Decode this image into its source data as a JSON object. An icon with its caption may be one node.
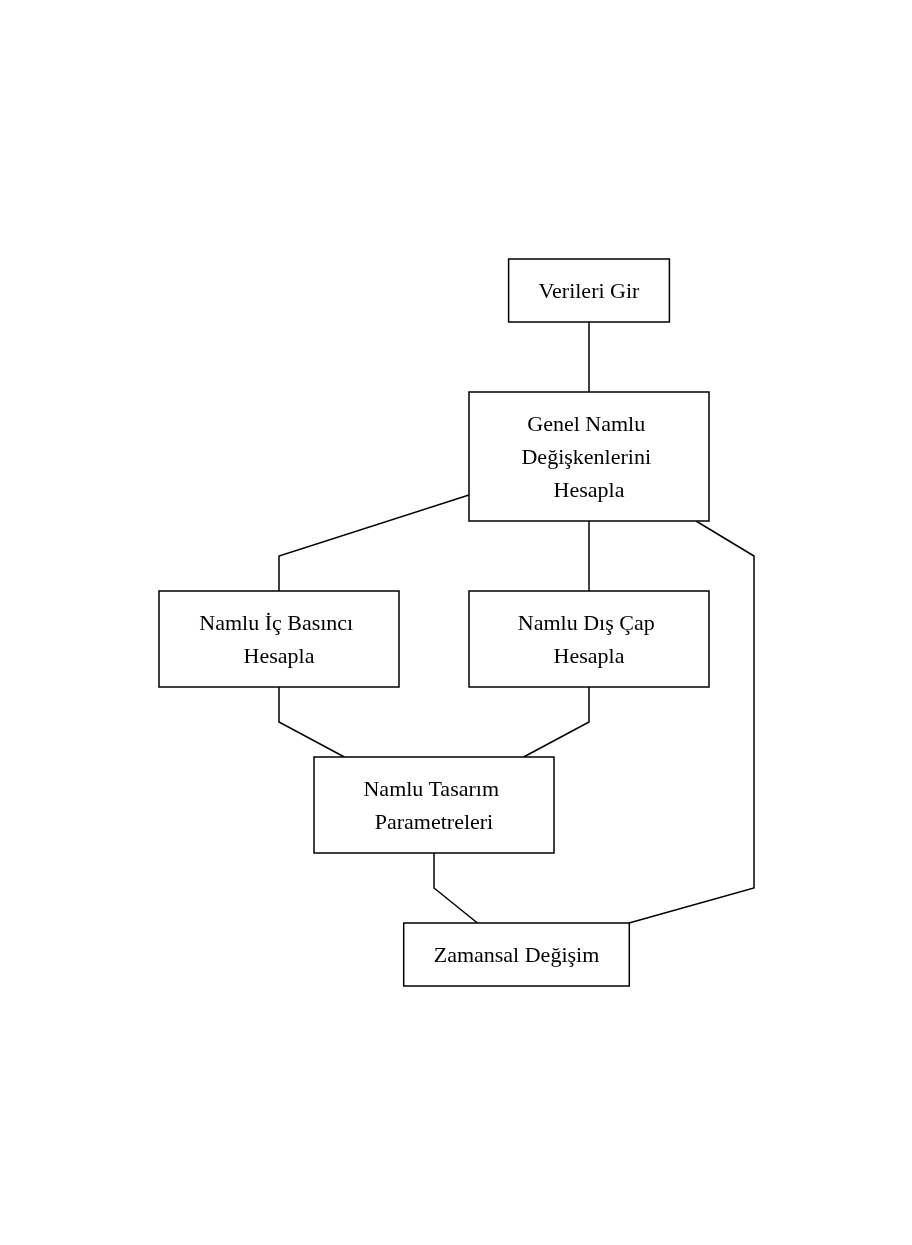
{
  "diagram": {
    "nodes": [
      {
        "text": [
          "Verileri Gir"
        ]
      },
      {
        "text": [
          "Genel Namlu Değişkenlerini Hesapla"
        ]
      },
      {
        "text": [
          "Namlu İç Basıncı Hesapla"
        ]
      },
      {
        "text": [
          "Namlu Dış Çap Hesapla"
        ]
      },
      {
        "text": [
          "Namlu Tasarım Parametreleri"
        ]
      },
      {
        "text": [
          "Zamansal Değişim"
        ]
      }
    ],
    "edges": [
      {
        "from": 0,
        "to": 1,
        "arrow": "none"
      },
      {
        "from": 1,
        "to": 2,
        "arrow": "none"
      },
      {
        "from": 1,
        "to": 3,
        "arrow": "none"
      },
      {
        "from": 2,
        "to": 4,
        "arrow": "none"
      },
      {
        "from": 3,
        "to": 4,
        "arrow": "none"
      },
      {
        "from": 4,
        "to": 5,
        "arrow": "none"
      },
      {
        "from": 5,
        "to": 1,
        "arrow": "none"
      }
    ]
  }
}
